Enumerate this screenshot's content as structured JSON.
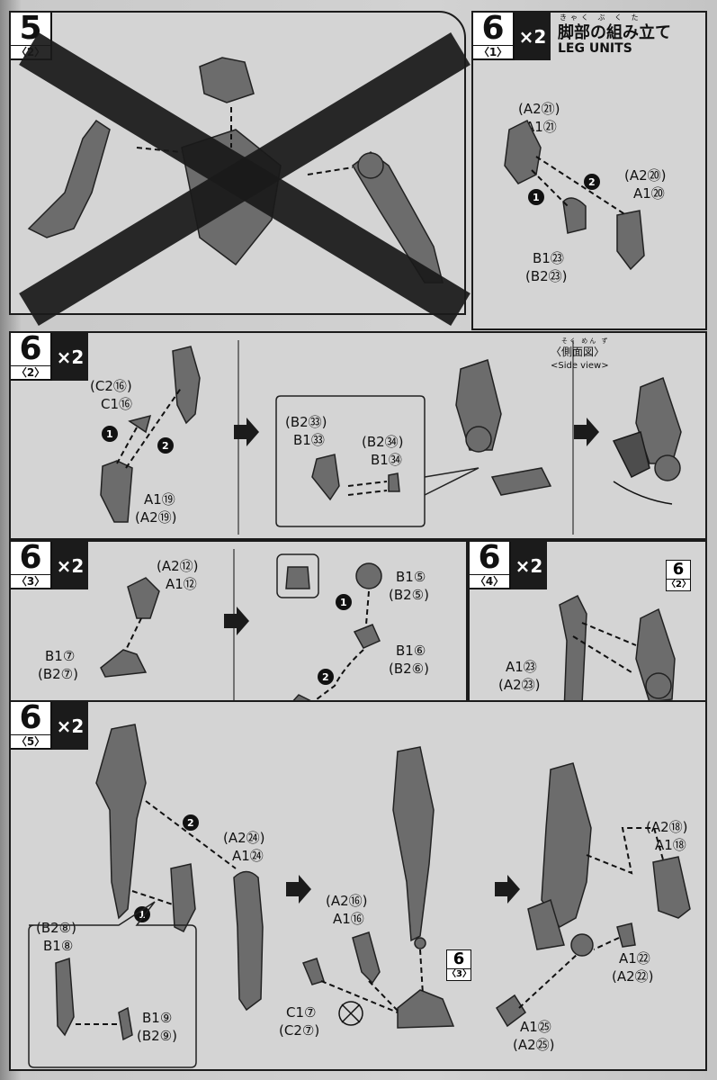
{
  "step5": {
    "number": "5",
    "sub": "〈2〉"
  },
  "step6_1": {
    "number": "6",
    "sub": "〈1〉",
    "multiplier": "×2",
    "title_furigana": "きゃく ぶ く た",
    "title_jp": "脚部の組み立て",
    "title_en": "LEG UNITS",
    "labels": [
      "(A2㉑)",
      "A1㉑",
      "(A2⑳)",
      "A1⑳",
      "B1㉓",
      "(B2㉓)"
    ],
    "arrow_order": [
      "1",
      "2"
    ]
  },
  "step6_2": {
    "number": "6",
    "sub": "〈2〉",
    "multiplier": "×2",
    "labels": [
      "(C2⑯)",
      "C1⑯",
      "A1⑲",
      "(A2⑲)",
      "(B2㉝)",
      "B1㉝",
      "(B2㉞)",
      "B1㉞"
    ],
    "side_view_furigana": "そく めん ず",
    "side_view_jp": "〈側面図〉",
    "side_view_en": "<Side view>",
    "arrow_order": [
      "1",
      "2"
    ]
  },
  "step6_3": {
    "number": "6",
    "sub": "〈3〉",
    "multiplier": "×2",
    "labels": [
      "(A2⑫)",
      "A1⑫",
      "B1⑦",
      "(B2⑦)",
      "B1⑤",
      "(B2⑤)",
      "B1⑥",
      "(B2⑥)"
    ],
    "arrow_order": [
      "1",
      "2"
    ]
  },
  "step6_4": {
    "number": "6",
    "sub": "〈4〉",
    "multiplier": "×2",
    "ref": {
      "n": "6",
      "s": "〈2〉"
    },
    "labels": [
      "A1㉓",
      "(A2㉓)"
    ]
  },
  "step6_5": {
    "number": "6",
    "sub": "〈5〉",
    "multiplier": "×2",
    "ref": {
      "n": "6",
      "s": "〈3〉"
    },
    "labels": [
      "(A2㉔)",
      "A1㉔",
      "(B2⑧)",
      "B1⑧",
      "B1⑨",
      "(B2⑨)",
      "(A2⑯)",
      "A1⑯",
      "C1⑦",
      "(C2⑦)",
      "(A2⑱)",
      "A1⑱",
      "A1㉒",
      "(A2㉒)",
      "A1㉕",
      "(A2㉕)"
    ],
    "arrow_order": [
      "1",
      "2"
    ]
  },
  "colors": {
    "ink": "#1b1b1b",
    "paper": "#d4d4d4",
    "part": "#6c6c6c"
  }
}
